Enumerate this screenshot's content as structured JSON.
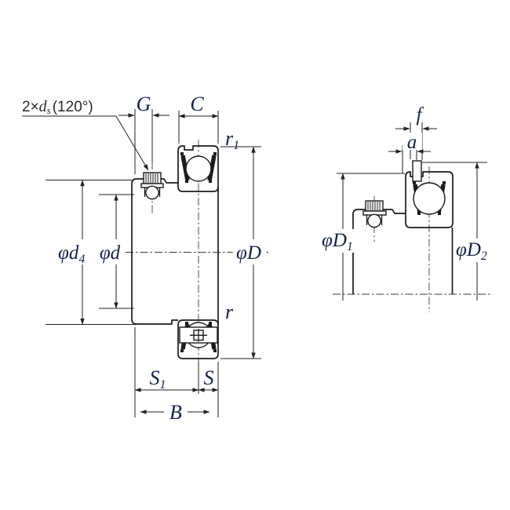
{
  "left_view": {
    "screw_note": {
      "prefix": "2×",
      "base": "d",
      "sub": "s",
      "suffix": "(120°)"
    },
    "dims": {
      "G": {
        "base": "G",
        "sub": ""
      },
      "C": {
        "base": "C",
        "sub": ""
      },
      "r1": {
        "base": "r",
        "sub": "1"
      },
      "d4": {
        "base": "φd",
        "sub": "4"
      },
      "d": {
        "base": "φd",
        "sub": ""
      },
      "D": {
        "base": "φD",
        "sub": ""
      },
      "r": {
        "base": "r",
        "sub": ""
      },
      "S1": {
        "base": "S",
        "sub": "1"
      },
      "S": {
        "base": "S",
        "sub": ""
      },
      "B": {
        "base": "B",
        "sub": ""
      }
    }
  },
  "right_view": {
    "dims": {
      "f": {
        "base": "f",
        "sub": ""
      },
      "a": {
        "base": "a",
        "sub": ""
      },
      "D1": {
        "base": "φD",
        "sub": "1"
      },
      "D2": {
        "base": "φD",
        "sub": "2"
      }
    }
  },
  "colors": {
    "line": "#1a1a1a",
    "label": "#14204d",
    "background": "#ffffff"
  }
}
